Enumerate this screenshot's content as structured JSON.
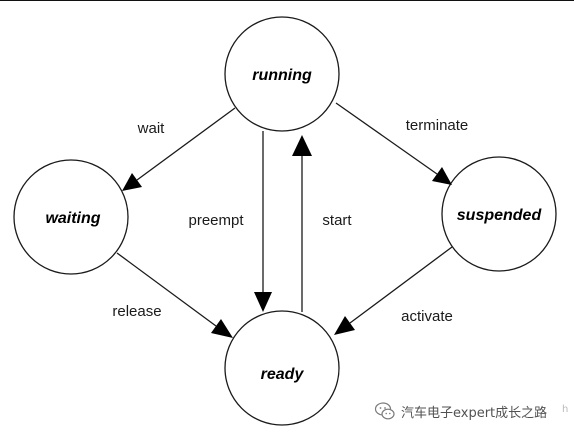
{
  "states": {
    "running": "running",
    "waiting": "waiting",
    "suspended": "suspended",
    "ready": "ready"
  },
  "transitions": {
    "wait": "wait",
    "terminate": "terminate",
    "preempt": "preempt",
    "start": "start",
    "release": "release",
    "activate": "activate"
  },
  "watermark": {
    "text": "汽车电子expert成长之路",
    "icon": "wechat-icon"
  },
  "side_mark": "h"
}
